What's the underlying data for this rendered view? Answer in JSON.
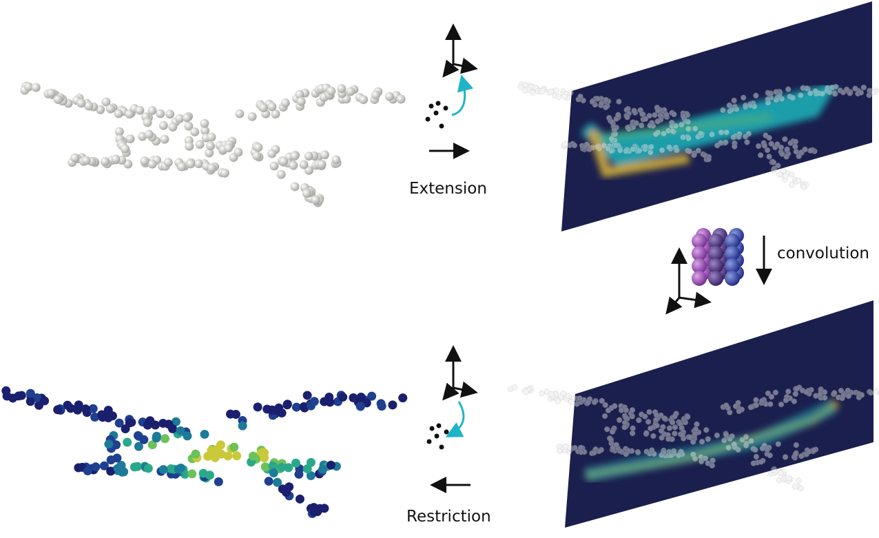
{
  "labels": {
    "extension": "Extension",
    "convolution": "convolution",
    "restriction": "Restriction"
  },
  "colors": {
    "plane_background": "#1b1f4d",
    "point_grey": "#d9d9d6",
    "arrow_cyan": "#1fb3c8",
    "kernel_purple": "#8a3fa8",
    "kernel_indigo": "#4a2f7a",
    "kernel_blue": "#2e3a9a"
  }
}
